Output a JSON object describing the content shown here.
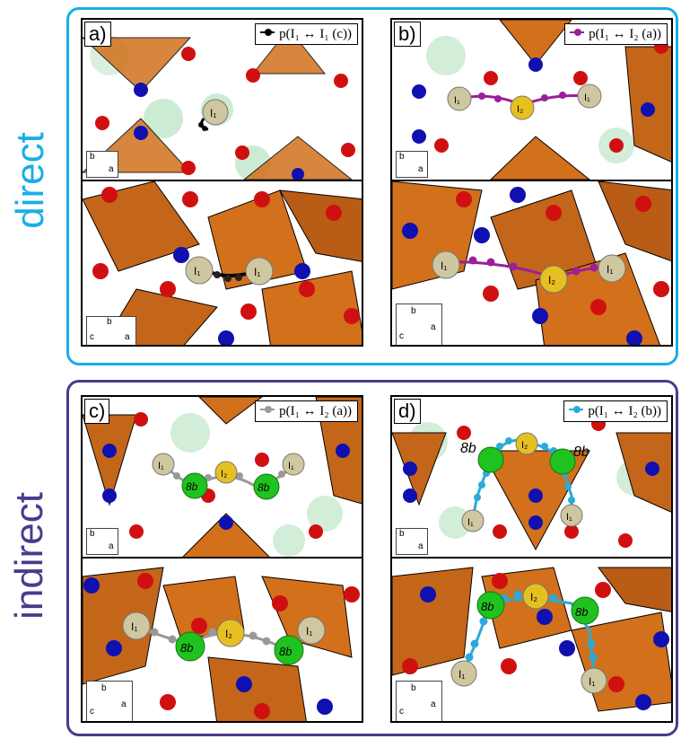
{
  "groups": {
    "direct": {
      "label": "direct",
      "color": "#1aaee6"
    },
    "indirect": {
      "label": "indirect",
      "color": "#4b3a8c"
    }
  },
  "panels": {
    "a": {
      "letter": "a)",
      "legend": "p(I₁ ↔ I₁ (c))",
      "legend_color": "#000000"
    },
    "b": {
      "letter": "b)",
      "legend": "p(I₁ ↔ I₂ (a))",
      "legend_color": "#9b1f9b"
    },
    "c": {
      "letter": "c)",
      "legend": "p(I₁ ↔ I₂ (a))",
      "legend_color": "#999999"
    },
    "d": {
      "letter": "d)",
      "legend": "p(I₁ ↔ I₂ (b))",
      "legend_color": "#2aaad8"
    }
  },
  "atom_labels": {
    "I1": "I₁",
    "I2": "I₂",
    "site8b": "8b"
  },
  "axes": {
    "a": "a",
    "b": "b",
    "c": "c"
  },
  "colors": {
    "oxygen": "#d01010",
    "cation": "#1010b0",
    "polyhedron": "#d2701c",
    "ghost_sphere": "#bfe6c8",
    "iodine1": "#cfc7a0",
    "iodine2": "#e6c020",
    "site8b": "#1fc21f"
  }
}
